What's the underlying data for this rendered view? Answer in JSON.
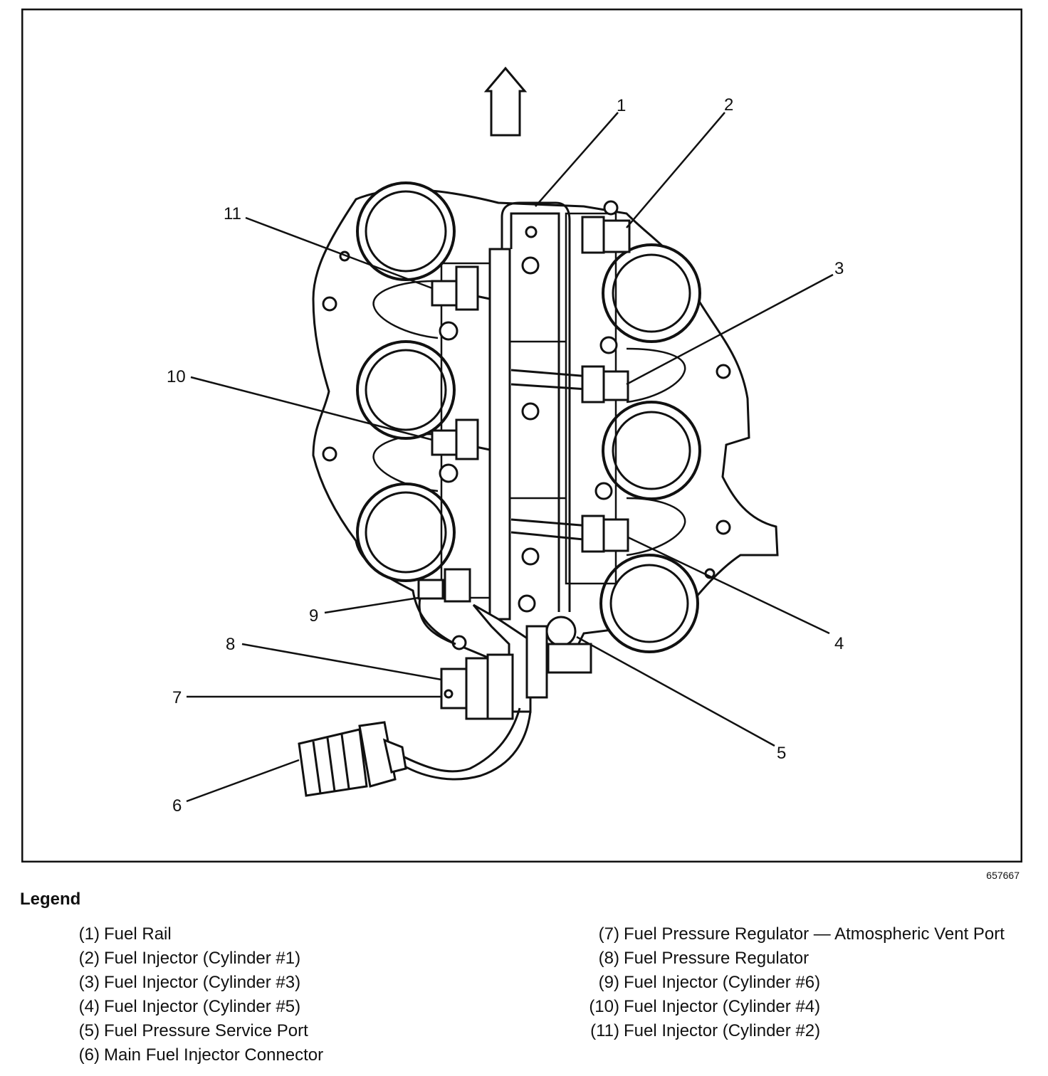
{
  "figure_id": "657667",
  "legend_title": "Legend",
  "callouts": [
    "1",
    "2",
    "3",
    "4",
    "5",
    "6",
    "7",
    "8",
    "9",
    "10",
    "11"
  ],
  "legend": {
    "left": [
      {
        "num": "(1)",
        "text": "Fuel Rail"
      },
      {
        "num": "(2)",
        "text": "Fuel Injector (Cylinder #1)"
      },
      {
        "num": "(3)",
        "text": "Fuel Injector (Cylinder #3)"
      },
      {
        "num": "(4)",
        "text": "Fuel Injector (Cylinder #5)"
      },
      {
        "num": "(5)",
        "text": "Fuel Pressure Service Port"
      },
      {
        "num": "(6)",
        "text": "Main Fuel Injector Connector"
      }
    ],
    "right": [
      {
        "num": "(7)",
        "text": "Fuel Pressure Regulator — Atmospheric Vent Port"
      },
      {
        "num": "(8)",
        "text": "Fuel Pressure Regulator"
      },
      {
        "num": "(9)",
        "text": "Fuel Injector (Cylinder #6)"
      },
      {
        "num": "(10)",
        "text": "Fuel Injector (Cylinder #4)"
      },
      {
        "num": "(11)",
        "text": "Fuel Injector (Cylinder #2)"
      }
    ]
  }
}
